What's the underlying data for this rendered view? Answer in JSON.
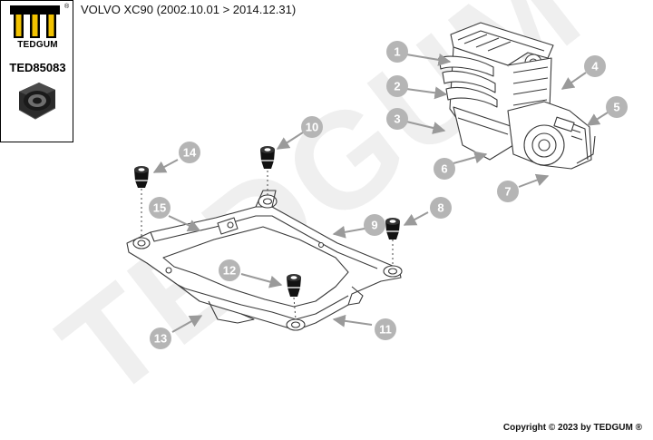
{
  "header": {
    "title": "VOLVO XC90  (2002.10.01 > 2014.12.31)"
  },
  "product_panel": {
    "brand": "TEDGUM",
    "registered_mark": "®",
    "part_number": "TED85083"
  },
  "watermark": {
    "text": "TEDGUM"
  },
  "callouts": {
    "c1": "1",
    "c2": "2",
    "c3": "3",
    "c4": "4",
    "c5": "5",
    "c6": "6",
    "c7": "7",
    "c8": "8",
    "c9": "9",
    "c10": "10",
    "c11": "11",
    "c12": "12",
    "c13": "13",
    "c14": "14",
    "c15": "15"
  },
  "footer": {
    "copyright": "Copyright © 2023 by TEDGUM ®"
  },
  "colors": {
    "callout_fill": "#b5b5b5",
    "bushing": "#111111",
    "line": "#555555",
    "watermark": "#efefef"
  }
}
